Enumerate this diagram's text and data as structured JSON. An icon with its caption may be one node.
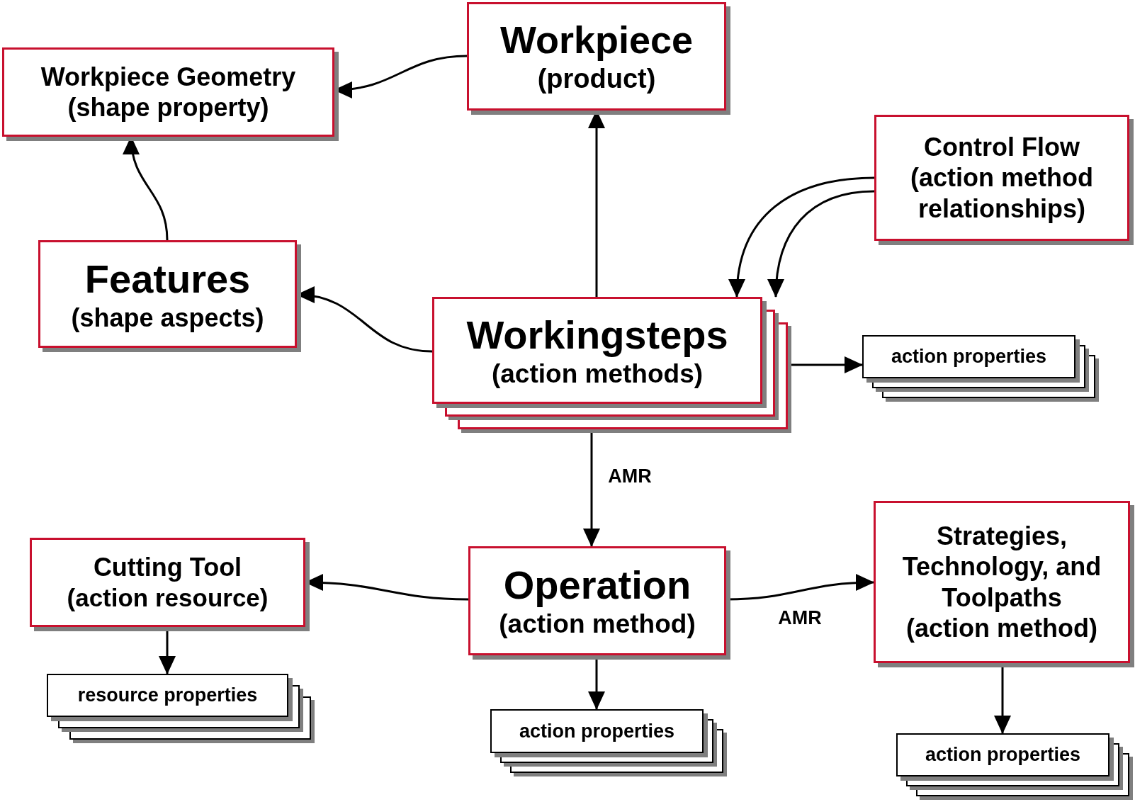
{
  "diagram": {
    "nodes": [
      {
        "text": [
          "Workpiece",
          "(product)"
        ]
      },
      {
        "text": [
          "Workpiece Geometry",
          "(shape property)"
        ]
      },
      {
        "text": [
          "Control Flow",
          "(action method relationships)"
        ]
      },
      {
        "text": [
          "Features",
          "(shape aspects)"
        ]
      },
      {
        "text": [
          "Workingsteps",
          "(action methods)"
        ]
      },
      {
        "text": [
          "action properties"
        ]
      },
      {
        "text": [
          "Operation",
          "(action method)"
        ]
      },
      {
        "text": [
          "Cutting Tool",
          "(action resource)"
        ]
      },
      {
        "text": [
          "Strategies, Technology, and Toolpaths",
          "(action method)"
        ]
      },
      {
        "text": [
          "resource properties"
        ]
      },
      {
        "text": [
          "action properties"
        ]
      },
      {
        "text": [
          "action properties"
        ]
      }
    ],
    "edges": [
      {
        "from": 0,
        "to": 1,
        "arrow": "to"
      },
      {
        "from": 3,
        "to": 1,
        "arrow": "to"
      },
      {
        "from": 4,
        "to": 0,
        "arrow": "to"
      },
      {
        "from": 4,
        "to": 3,
        "arrow": "to"
      },
      {
        "from": 2,
        "to": 4,
        "arrow": "to"
      },
      {
        "from": 2,
        "to": 4,
        "arrow": "to"
      },
      {
        "from": 4,
        "to": 5,
        "arrow": "to"
      },
      {
        "from": 4,
        "to": 6,
        "arrow": "to",
        "label": "AMR"
      },
      {
        "from": 6,
        "to": 7,
        "arrow": "to"
      },
      {
        "from": 6,
        "to": 8,
        "arrow": "to",
        "label": "AMR"
      },
      {
        "from": 7,
        "to": 9,
        "arrow": "to"
      },
      {
        "from": 6,
        "to": 10,
        "arrow": "to"
      },
      {
        "from": 8,
        "to": 11,
        "arrow": "to"
      }
    ]
  }
}
